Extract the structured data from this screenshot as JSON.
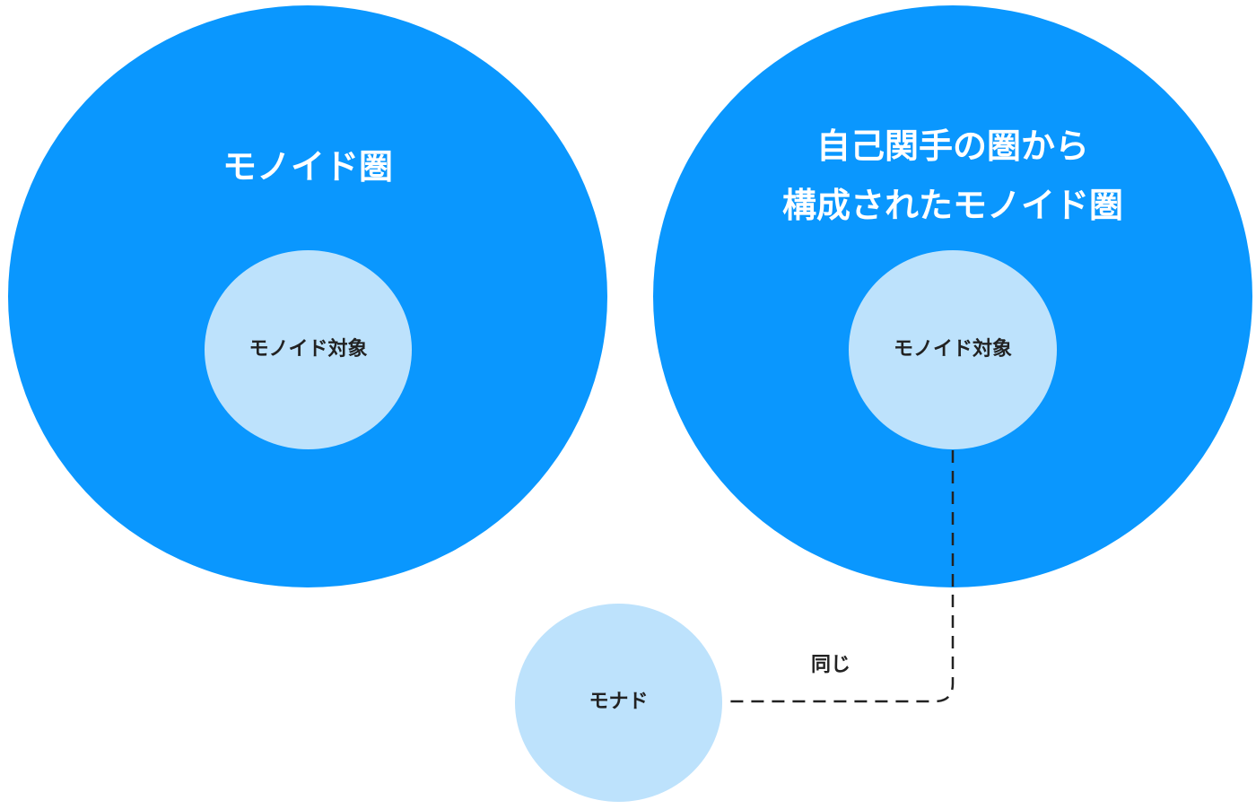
{
  "diagram": {
    "left_region": {
      "title": "モノイド圏",
      "inner_label": "モノイド対象"
    },
    "right_region": {
      "title_line1": "自己関手の圏から",
      "title_line2": "構成されたモノイド圏",
      "inner_label": "モノイド対象"
    },
    "monad": {
      "label": "モナド"
    },
    "relation": {
      "label": "同じ",
      "style": "dashed"
    },
    "colors": {
      "outer_circle": "#0a97fe",
      "inner_circle": "#bde2fc",
      "title_text": "#ffffff",
      "body_text": "#222222",
      "connector": "#222222"
    }
  }
}
